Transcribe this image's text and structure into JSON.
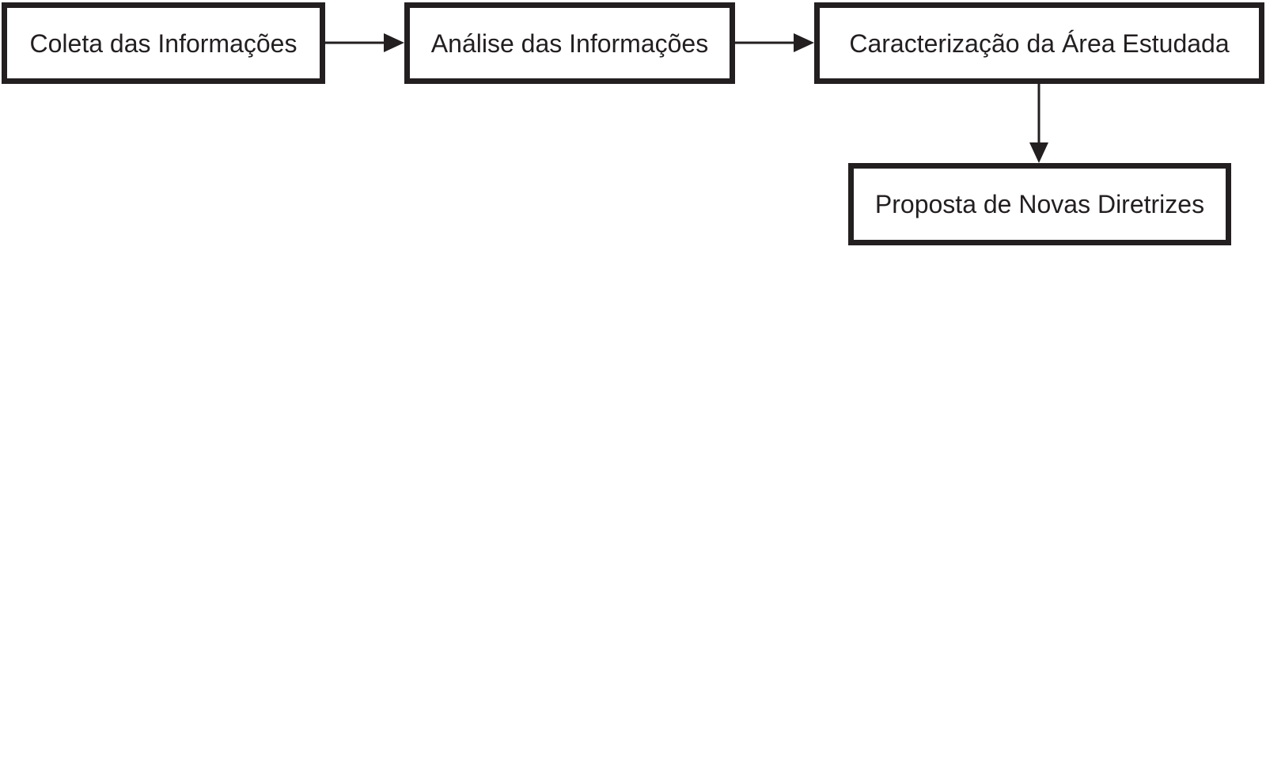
{
  "diagram": {
    "nodes": [
      {
        "id": "coleta",
        "label": "Coleta das Informações"
      },
      {
        "id": "analise",
        "label": "Análise das Informações"
      },
      {
        "id": "caracterizacao",
        "label": "Caracterização da Área Estudada"
      },
      {
        "id": "proposta",
        "label": "Proposta de Novas Diretrizes"
      }
    ],
    "edges": [
      {
        "from": "coleta",
        "to": "analise"
      },
      {
        "from": "analise",
        "to": "caracterizacao"
      },
      {
        "from": "caracterizacao",
        "to": "proposta"
      }
    ],
    "colors": {
      "stroke": "#231f20",
      "background": "#ffffff"
    }
  }
}
